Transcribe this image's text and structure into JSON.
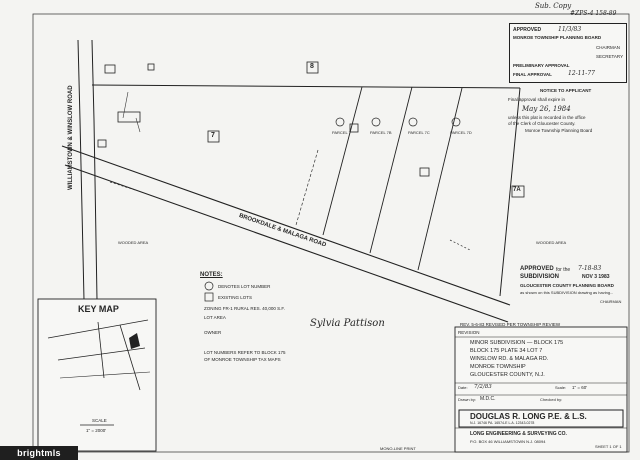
{
  "corner_note": {
    "line1": "Sub. Copy",
    "line2": "#ZPS-4 158-89"
  },
  "approval_box": {
    "approved_label": "APPROVED",
    "approved_date": "11/3/83",
    "board": "MONROE TOWNSHIP PLANNING BOARD",
    "chairman_label": "CHAIRMAN",
    "secretary_label": "SECRETARY",
    "preliminary_label": "PRELIMINARY APPROVAL",
    "final_label": "FINAL APPROVAL",
    "final_date": "12-11-77"
  },
  "notice": {
    "title": "NOTICE TO APPLICANT",
    "lines": [
      "Final approval shall expire in",
      "May 26, 1984",
      "unless this plat is recorded in the office",
      "of the Clerk of Gloucester County.",
      "Monroe Township Planning Board"
    ]
  },
  "county_approval": {
    "approved": "APPROVED",
    "for": "for the",
    "date": "7-18-83",
    "subdivision": "SUBDIVISION",
    "date2": "NOV 3 1983",
    "board": "GLOUCESTER COUNTY PLANNING BOARD",
    "body": "as shown on this SUBDIVISION drawing as having...",
    "chairman": "CHAIRMAN"
  },
  "lots": {
    "top": "8",
    "main": "7",
    "a": "7A"
  },
  "roads": {
    "williamstown": "WILLIAMSTOWN & WINSLOW ROAD",
    "brookdale": "BROOKDALE & MALAGA ROAD"
  },
  "notes": {
    "title": "NOTES:",
    "items": [
      "DENOTES LOT NUMBER",
      "EXISTING LOTS",
      "ZONING FR-1 RURAL RES. 40,000 S.F.",
      "LOT AREA",
      "OWNER",
      "LOT NUMBERS REFER TO BLOCK 175",
      "OF MONROE TOWNSHIP TAX MAPS"
    ]
  },
  "key_map": {
    "title": "KEY MAP",
    "scale": "SCALE",
    "scale_value": "1\" = 2000'"
  },
  "title_block": {
    "revision": "REVISION",
    "rev_line": "REV. 5-6-83 REVISED PER TOWNSHIP REVIEW",
    "type": "MINOR SUBDIVISION — BLOCK 175",
    "line1": "BLOCK 175 PLATE 34 LOT 7",
    "line2": "WINSLOW RD. & MALAGA RD.",
    "line3": "MONROE TOWNSHIP",
    "line4": "GLOUCESTER COUNTY, N.J.",
    "date_label": "Date:",
    "date": "7/2/83",
    "scale_label": "Scale:",
    "scale": "1\" = 60'",
    "drawn_label": "Drawn by:",
    "drawn": "M.D.C.",
    "checked_label": "Checked by:",
    "engineer": "DOUGLAS R. LONG P.E. & L.S.",
    "license": "N.J. 16746  PA. 16574-E  L.A. 12343-0278",
    "firm": "LONG ENGINEERING & SURVEYING CO.",
    "firm_addr": "P.O. BOX 46  WILLIAMSTOWN N.J. 08094",
    "sheet": "SHEET 1 OF 1"
  },
  "parcel_labels": {
    "p1": "PARCEL 7",
    "p2": "PARCEL 7B",
    "p3": "PARCEL 7C",
    "p4": "PARCEL 7D"
  },
  "area_labels": {
    "wooded1": "WOODED AREA",
    "wooded2": "WOODED AREA"
  },
  "signature": "Sylvia Pattison",
  "footer_mark": "MONO-LINE PRINT",
  "watermark": "brightmls"
}
